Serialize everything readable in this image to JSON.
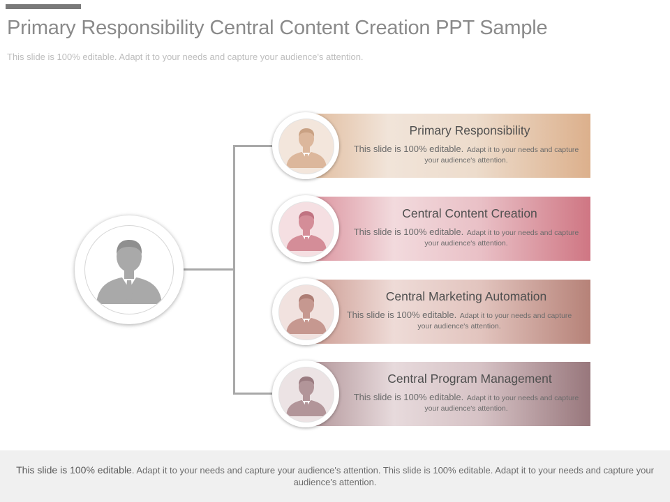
{
  "slide": {
    "title": "Primary Responsibility Central Content Creation PPT Sample",
    "subtitle": "This slide is 100% editable. Adapt it to your needs and capture your audience's attention."
  },
  "main_person": {
    "icon": "person-icon"
  },
  "items": [
    {
      "title": "Primary Responsibility",
      "desc_big": "This slide is 100% editable.",
      "desc_small": "Adapt it to your needs and capture your audience's attention.",
      "icon": "person-icon",
      "color": "#dcb08c"
    },
    {
      "title": "Central Content Creation",
      "desc_big": "This slide is 100% editable.",
      "desc_small": "Adapt it to your needs and capture your audience's attention.",
      "icon": "person-icon",
      "color": "#cf7683"
    },
    {
      "title": "Central Marketing Automation",
      "desc_big": "This slide is 100% editable.",
      "desc_small": "Adapt it to your needs and capture your audience's attention.",
      "icon": "person-icon",
      "color": "#b68278"
    },
    {
      "title": "Central Program Management",
      "desc_big": "This slide is 100% editable.",
      "desc_small": "Adapt it to your needs and capture your audience's attention.",
      "icon": "person-icon",
      "color": "#98777c"
    }
  ],
  "footer": {
    "text_big": "This slide is 100% editable",
    "text_rest": ". Adapt it to your needs and capture your audience's attention. This slide is 100% editable. Adapt it to your needs and capture your audience's attention."
  }
}
